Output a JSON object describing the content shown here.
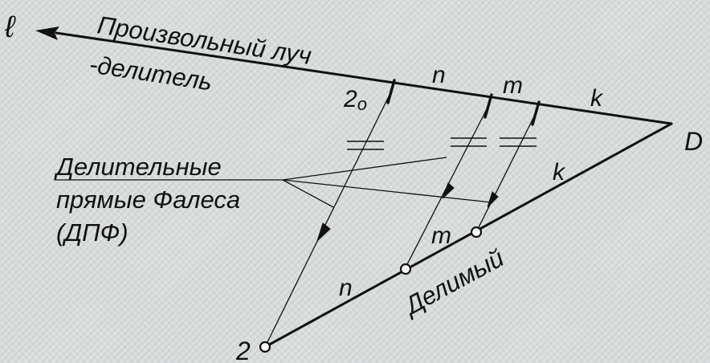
{
  "labels": {
    "ray_symbol": "ℓ",
    "ray_title_line1": "Произвольный луч",
    "ray_title_line2": "-делитель",
    "start_ray": "2",
    "start_ray_sub": "o",
    "seg_n_ray": "n",
    "seg_m_ray": "m",
    "seg_k_ray": "k",
    "point_d": "D",
    "seg_k_line": "k",
    "seg_m_line": "m",
    "seg_n_line": "n",
    "point_2": "2",
    "divided_label": "Делимый",
    "dpf_line1": "Делительные",
    "dpf_line2": "прямые Фалеса",
    "dpf_line3": "(ДПФ)"
  }
}
